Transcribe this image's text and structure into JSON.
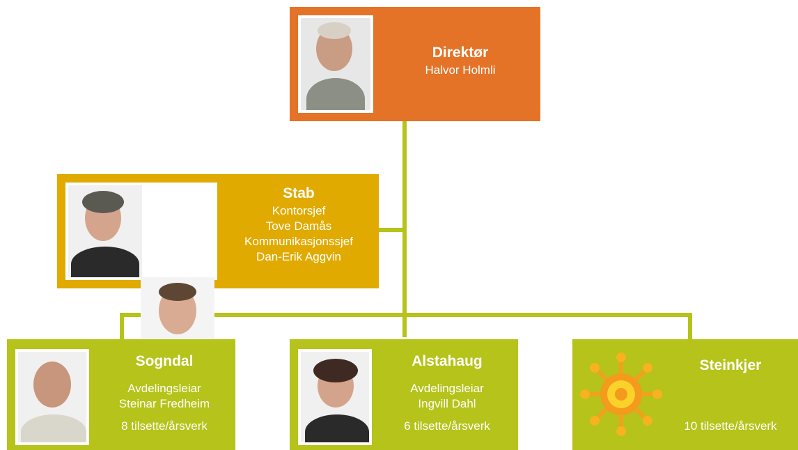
{
  "colors": {
    "director": "#e47328",
    "staff": "#e0aa00",
    "branch": "#b5c31a",
    "connector": "#b5c31a"
  },
  "director": {
    "title": "Direktør",
    "name": "Halvor Holmli",
    "photo_icon": "person-portrait-icon"
  },
  "staff": {
    "title": "Stab",
    "lines": [
      "Kontorsjef",
      "Tove Damås",
      "Kommunikasjonssjef",
      "Dan-Erik Aggvin"
    ],
    "photo_icons": [
      "person-portrait-icon",
      "person-portrait-icon"
    ]
  },
  "branches": [
    {
      "title": "Sogndal",
      "role": "Avdelingsleiar",
      "name": "Steinar Fredheim",
      "staff_count": "8 tilsette/årsverk",
      "photo_icon": "person-portrait-icon"
    },
    {
      "title": "Alstahaug",
      "role": "Avdelingsleiar",
      "name": "Ingvill Dahl",
      "staff_count": "6 tilsette/årsverk",
      "photo_icon": "person-portrait-icon"
    },
    {
      "title": "Steinkjer",
      "staff_count": "10 tilsette/årsverk",
      "photo_icon": "sun-logo-icon"
    }
  ]
}
